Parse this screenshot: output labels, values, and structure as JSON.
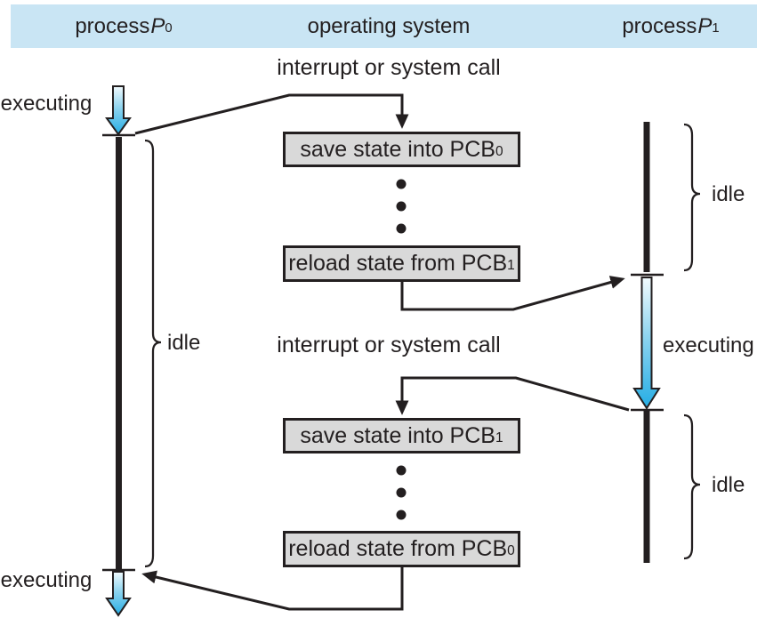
{
  "colors": {
    "header_bg": "#c9e5f4",
    "box_fill": "#d9d9d9",
    "ink": "#231f20",
    "arrow_light": "#f2fbfe",
    "arrow_mid": "#8ed4ef",
    "arrow_deep": "#25ade4"
  },
  "header": {
    "col_left": {
      "pre": "process ",
      "var": "P",
      "sub": "0"
    },
    "col_center": {
      "text": "operating system"
    },
    "col_right": {
      "pre": "process ",
      "var": "P",
      "sub": "1"
    }
  },
  "annotations": {
    "interrupt_top": "interrupt or system call",
    "interrupt_middle": "interrupt or system call",
    "executing_p0_top": "executing",
    "executing_p0_bottom": "executing",
    "executing_p1": "executing",
    "idle_p0": "idle",
    "idle_p1_top": "idle",
    "idle_p1_bottom": "idle"
  },
  "os_steps": [
    {
      "text": "save state into PCB",
      "sub": "0"
    },
    {
      "text": "reload state from PCB",
      "sub": "1"
    },
    {
      "text": "save state into PCB",
      "sub": "1"
    },
    {
      "text": "reload state from PCB",
      "sub": "0"
    }
  ]
}
